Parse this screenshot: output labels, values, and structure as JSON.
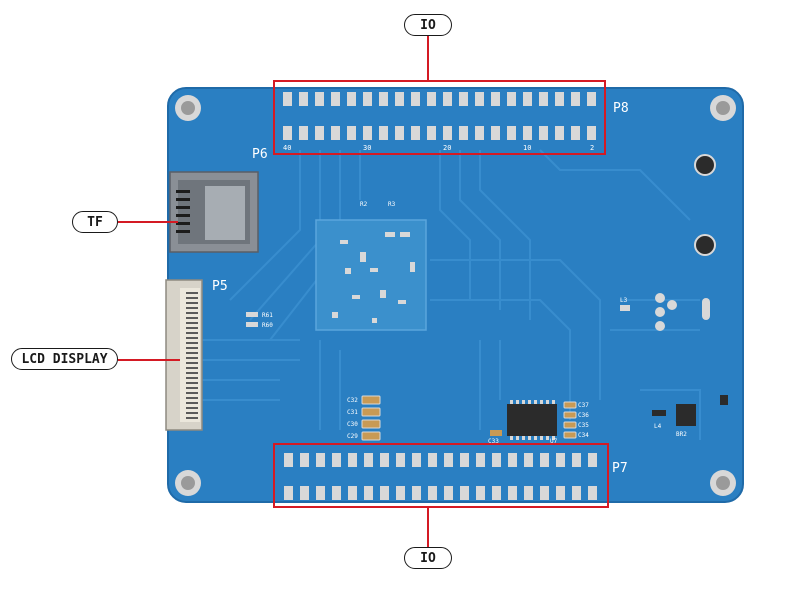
{
  "colors": {
    "board": "#2a7fc2",
    "board_edge": "#1f6aa8",
    "trace": "#3a8fd0",
    "pad": "#d8d8d8",
    "silk": "#ffffff",
    "highlight": "#d41a24",
    "component": "#2b2b2b"
  },
  "callouts": {
    "io_top": "IO",
    "io_bottom": "IO",
    "tf": "TF",
    "lcd": "LCD DISPLAY"
  },
  "silkscreen": {
    "p8": "P8",
    "p6": "P6",
    "p5": "P5",
    "p7": "P7",
    "pin40": "40",
    "pin30": "30",
    "pin20": "20",
    "pin10": "10",
    "pin2": "2",
    "r61": "R61",
    "r60": "R60",
    "l3": "L3",
    "l4": "L4",
    "br2": "BR2",
    "c32": "C32",
    "c31": "C31",
    "c30": "C30",
    "c29": "C29",
    "c33": "C33",
    "c37": "C37",
    "c36": "C36",
    "c35": "C35",
    "c34": "C34",
    "u7": "U7",
    "r2": "R2",
    "r3": "R3"
  },
  "icons": [
    "mounting-hole-icon",
    "tf-card-slot-icon",
    "lcd-fpc-connector-icon",
    "pin-header-icon",
    "chip-icon"
  ]
}
